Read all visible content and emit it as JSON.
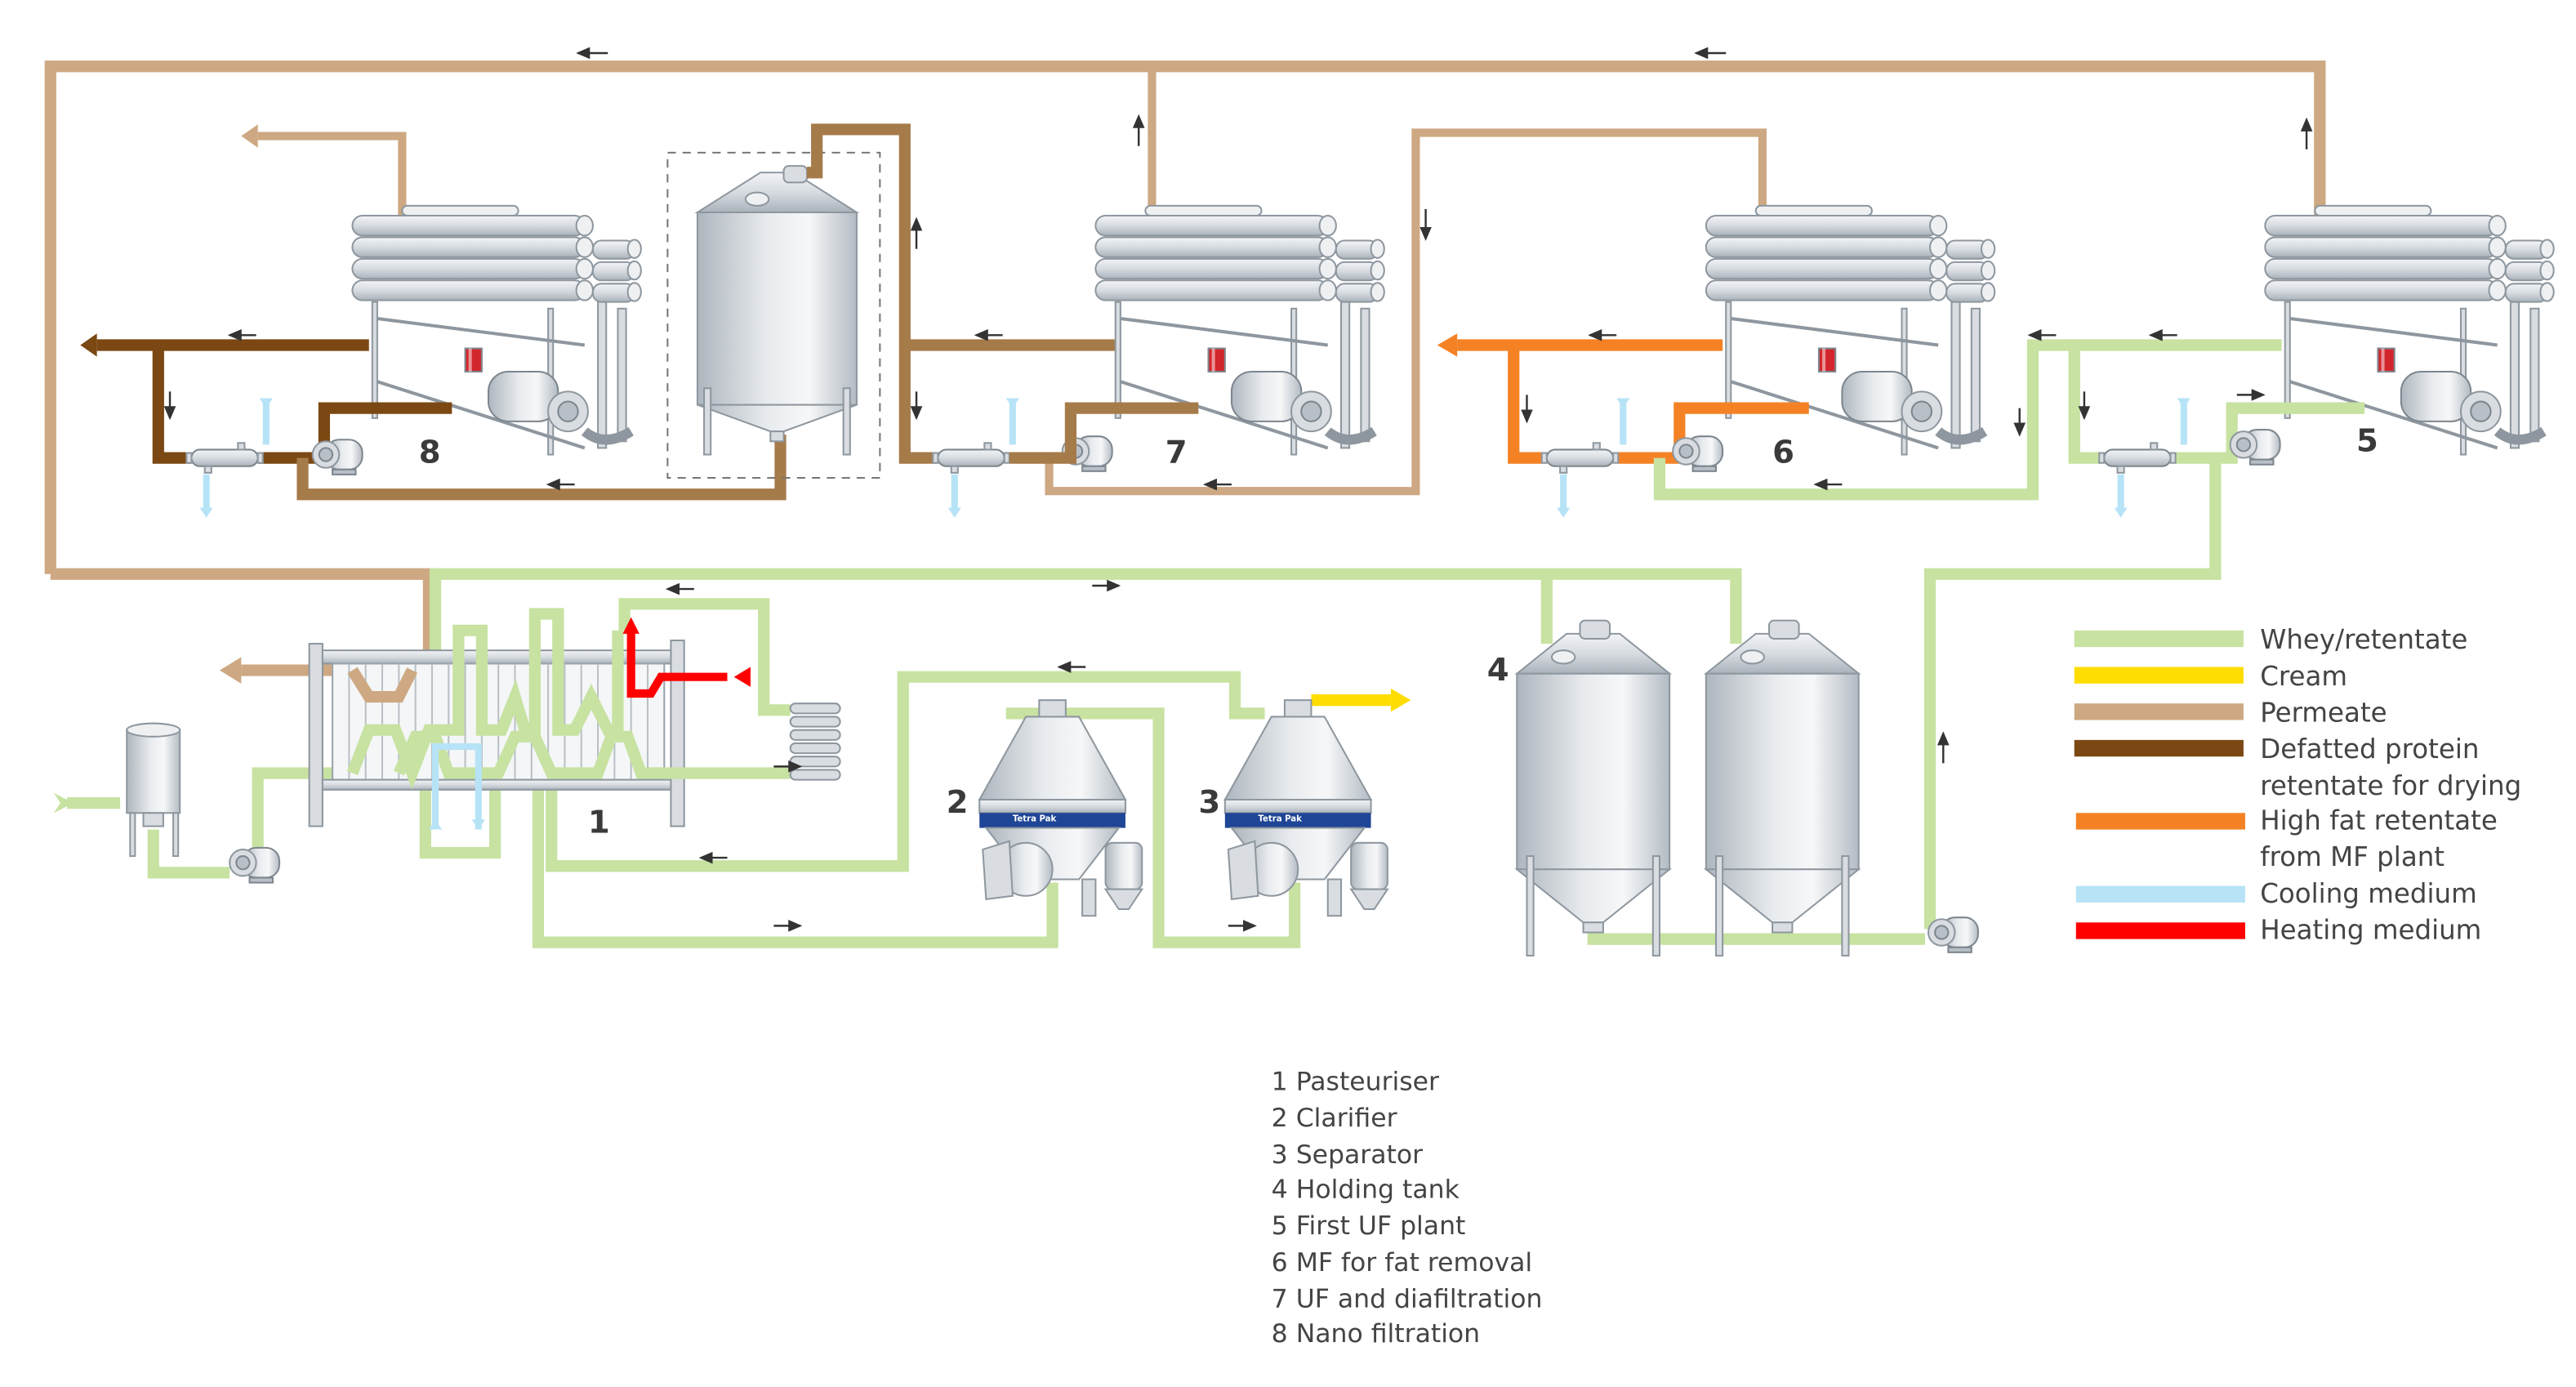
{
  "diagram": {
    "title": "Whey protein processing flow diagram",
    "equipment_numbers": [
      "1",
      "2",
      "3",
      "4",
      "5",
      "6",
      "7",
      "8"
    ],
    "brand_label": "Tetra Pak"
  },
  "legend": {
    "items": [
      {
        "label_lines": [
          "Whey/retentate"
        ],
        "color": "#c7e2a1"
      },
      {
        "label_lines": [
          "Cream"
        ],
        "color": "#ffdd00"
      },
      {
        "label_lines": [
          "Permeate"
        ],
        "color": "#cda882"
      },
      {
        "label_lines": [
          "Defatted protein",
          "retentate for drying"
        ],
        "color": "#7b4813"
      },
      {
        "label_lines": [
          "High fat retentate",
          "from MF plant"
        ],
        "color": "#f48224"
      },
      {
        "label_lines": [
          "Cooling medium"
        ],
        "color": "#b7e3f7"
      },
      {
        "label_lines": [
          "Heating medium"
        ],
        "color": "#ff0000"
      }
    ]
  },
  "caption": {
    "items": [
      "1 Pasteuriser",
      "2 Clarifier",
      "3 Separator",
      "4 Holding tank",
      "5 First UF plant",
      "6 MF for fat removal",
      "7 UF and diafiltration",
      "8 Nano filtration"
    ]
  },
  "colors": {
    "whey_retentate": "#c7e2a1",
    "cream": "#ffdd00",
    "permeate": "#cda882",
    "defatted_protein_retentate": "#7b4813",
    "intermediate_retentate": "#a67b4a",
    "high_fat_retentate": "#f48224",
    "cooling_medium": "#b7e3f7",
    "heating_medium": "#ff0000",
    "separator_band": "#1f4596"
  }
}
